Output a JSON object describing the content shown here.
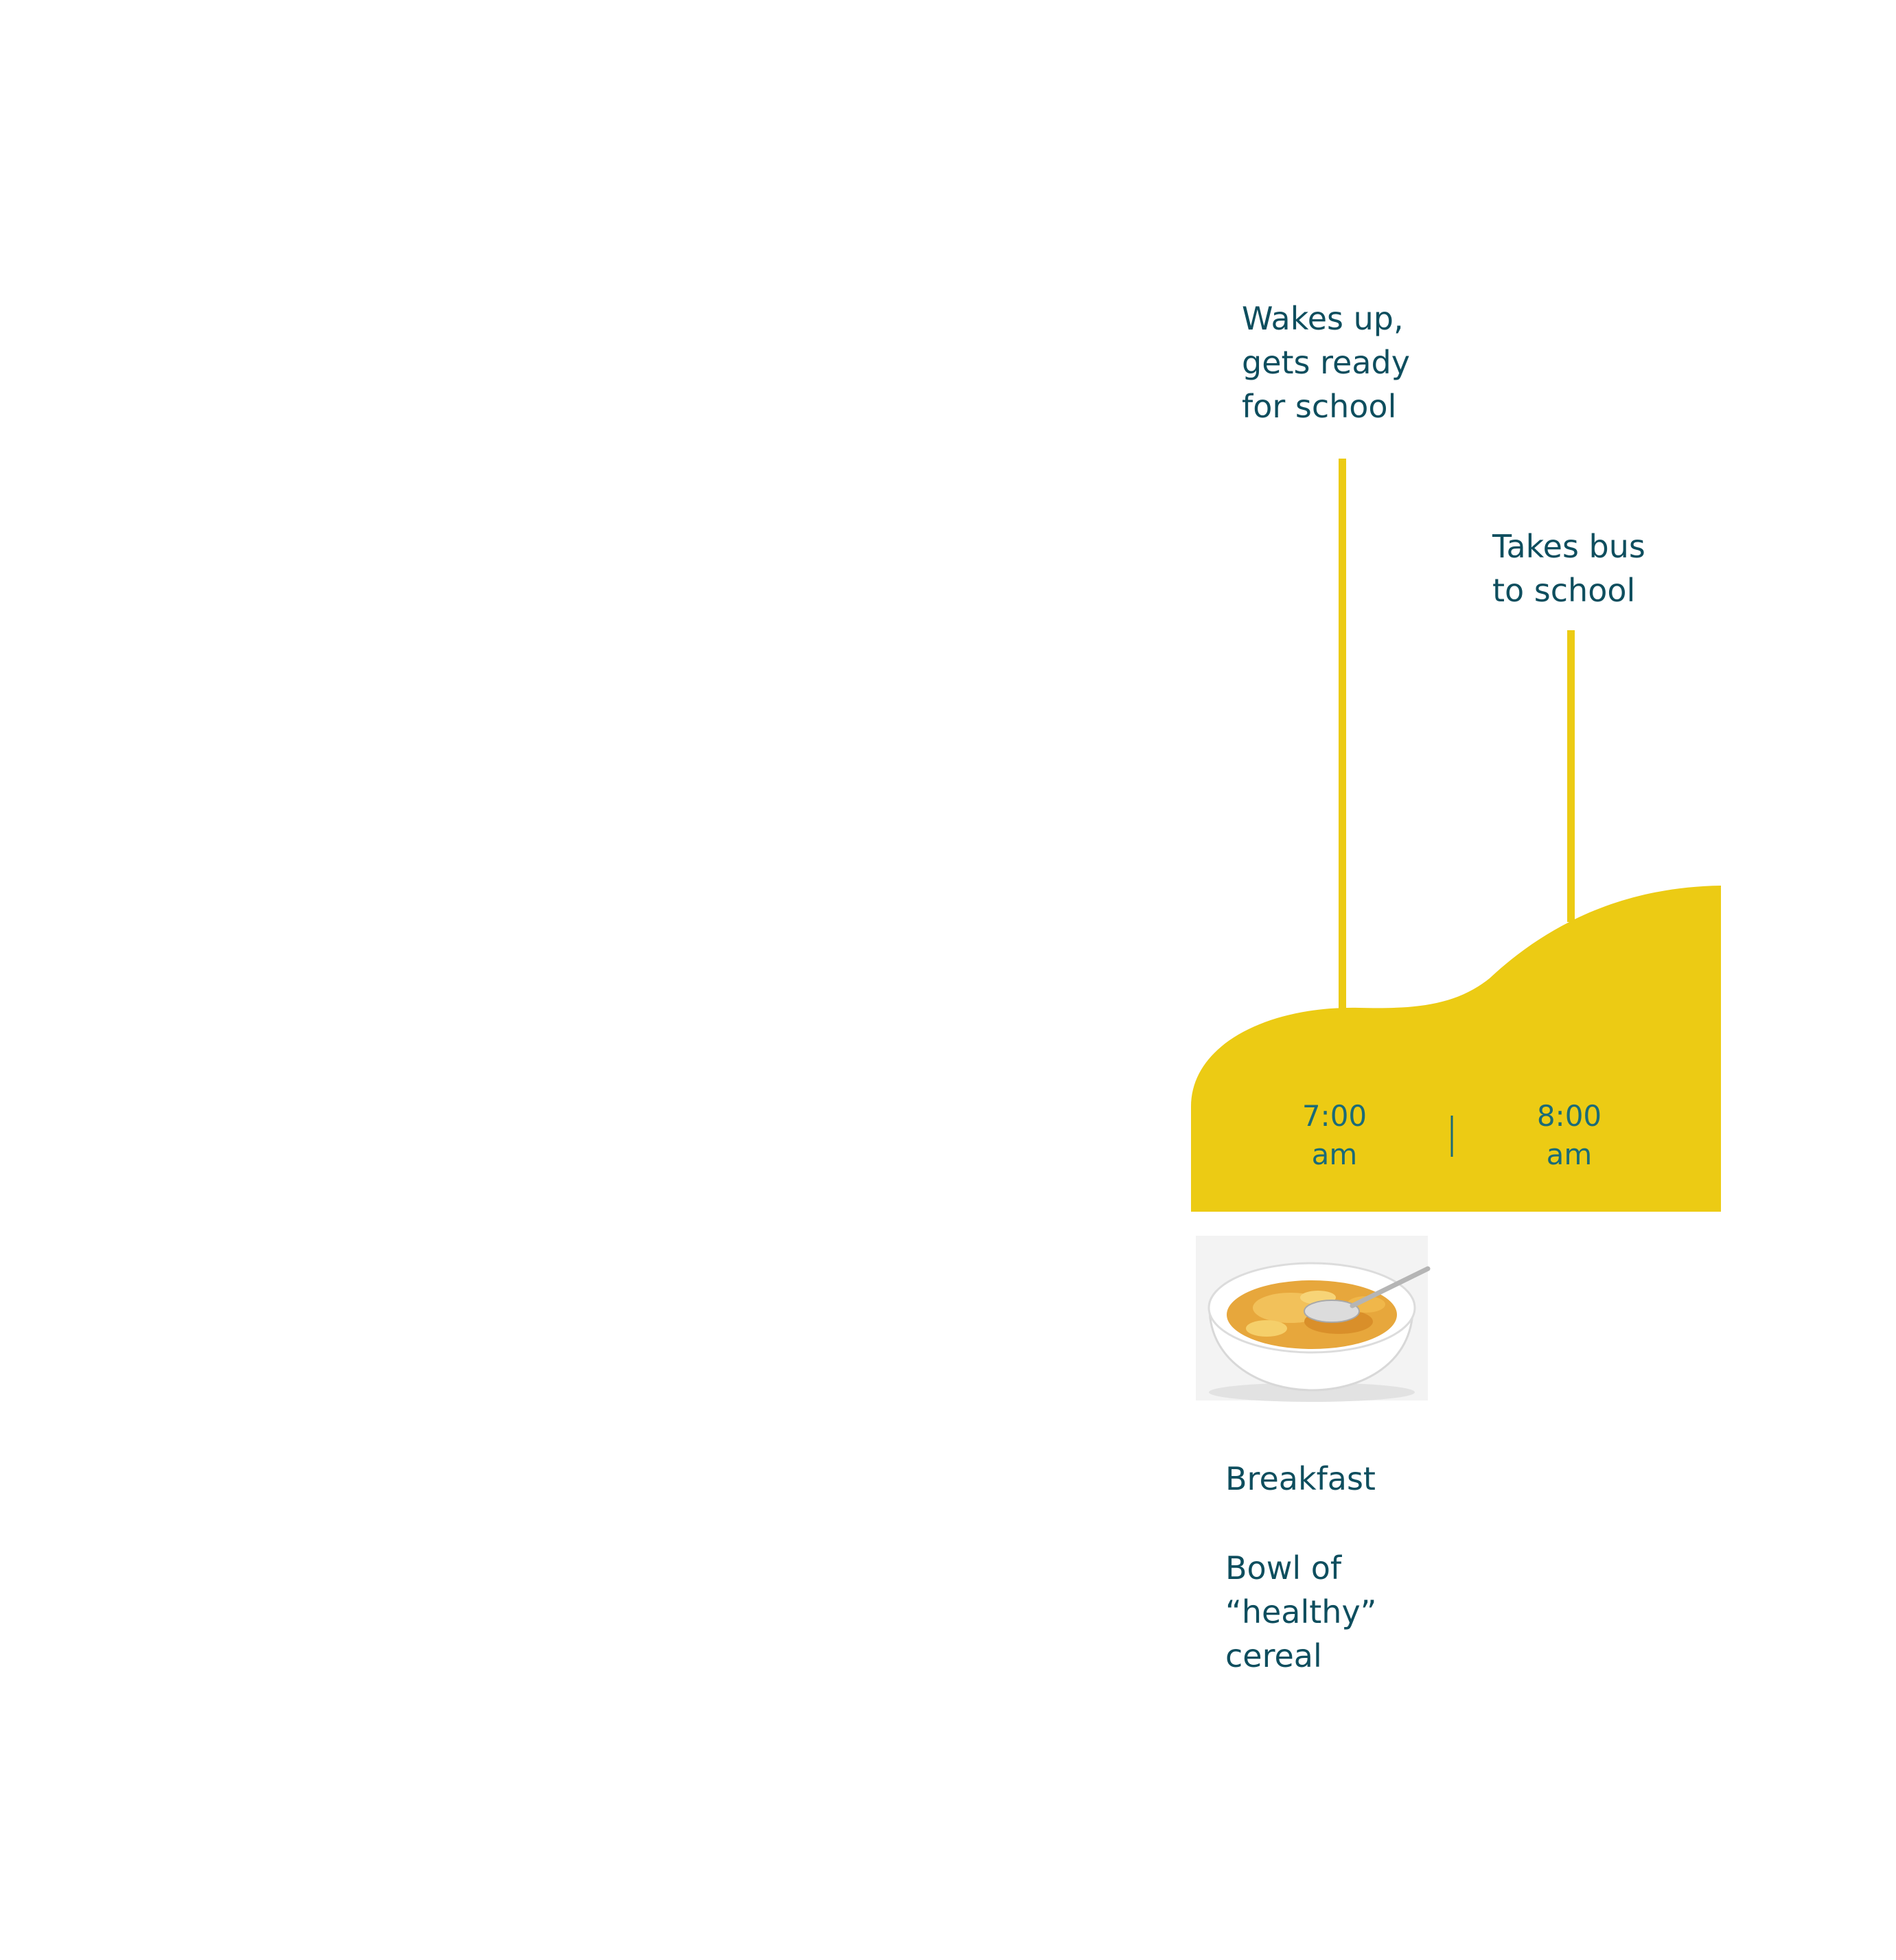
{
  "colors": {
    "accent": "#eccb14",
    "text": "#0e4e5e",
    "time_text": "#1a6b78"
  },
  "events": [
    {
      "lines": [
        "Wakes up,",
        "gets ready",
        "for school"
      ]
    },
    {
      "lines": [
        "Takes bus",
        "to school"
      ]
    }
  ],
  "times": [
    {
      "lines": [
        "7:00",
        "am"
      ]
    },
    {
      "lines": [
        "8:00",
        "am"
      ]
    }
  ],
  "meal": {
    "title": "Breakfast",
    "lines": [
      "Bowl of",
      "“healthy”",
      "cereal"
    ],
    "image": "cereal-bowl-with-spoon"
  }
}
